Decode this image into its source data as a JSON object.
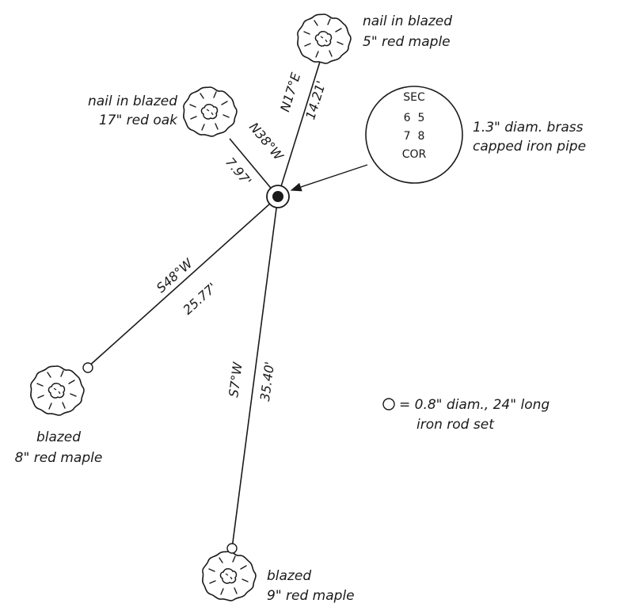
{
  "center_disk": {
    "line1": "SEC",
    "line2": "6  5",
    "line3": "7  8",
    "line4": "COR"
  },
  "pipe_note": {
    "line1": "1.3\" diam. brass",
    "line2": "capped iron pipe"
  },
  "bearings": {
    "ne": {
      "bearing": "N17°E",
      "distance": "14.21'"
    },
    "nw": {
      "bearing": "N38°W",
      "distance": "7.97'"
    },
    "sw": {
      "bearing": "S48°W",
      "distance": "25.77'"
    },
    "s": {
      "bearing": "S7°W",
      "distance": "35.40'"
    }
  },
  "trees": {
    "ne": {
      "line1": "nail in blazed",
      "line2": "5\" red maple"
    },
    "nw": {
      "line1": "nail in blazed",
      "line2": "17\" red oak"
    },
    "sw": {
      "line1": "blazed",
      "line2": "8\" red maple"
    },
    "s": {
      "line1": "blazed",
      "line2": "9\" red maple"
    }
  },
  "legend": {
    "line1": "= 0.8\" diam., 24\" long",
    "line2": "iron rod set"
  }
}
